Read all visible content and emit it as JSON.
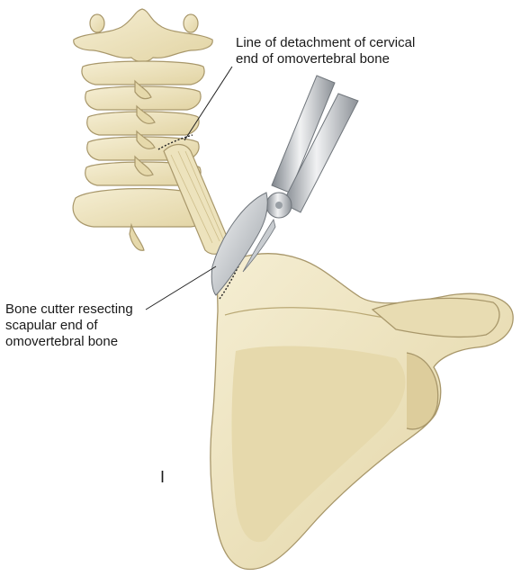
{
  "labels": {
    "cervical_detachment": {
      "line1": "Line of detachment of cervical",
      "line2": "end of omovertebral bone"
    },
    "bone_cutter": {
      "line1": "Bone cutter resecting",
      "line2": "scapular end of",
      "line3": "omovertebral bone"
    },
    "panel_letter": "I"
  },
  "colors": {
    "bone_fill": "#efe6c4",
    "bone_shade": "#d7c99a",
    "bone_outline": "#a8976a",
    "instrument_light": "#e4e6e8",
    "instrument_dark": "#8a8f95",
    "leader_line": "#222222",
    "background": "#ffffff"
  },
  "icons": [
    "cervical-spine",
    "omovertebral-bone",
    "scapula",
    "bone-cutter-instrument"
  ]
}
